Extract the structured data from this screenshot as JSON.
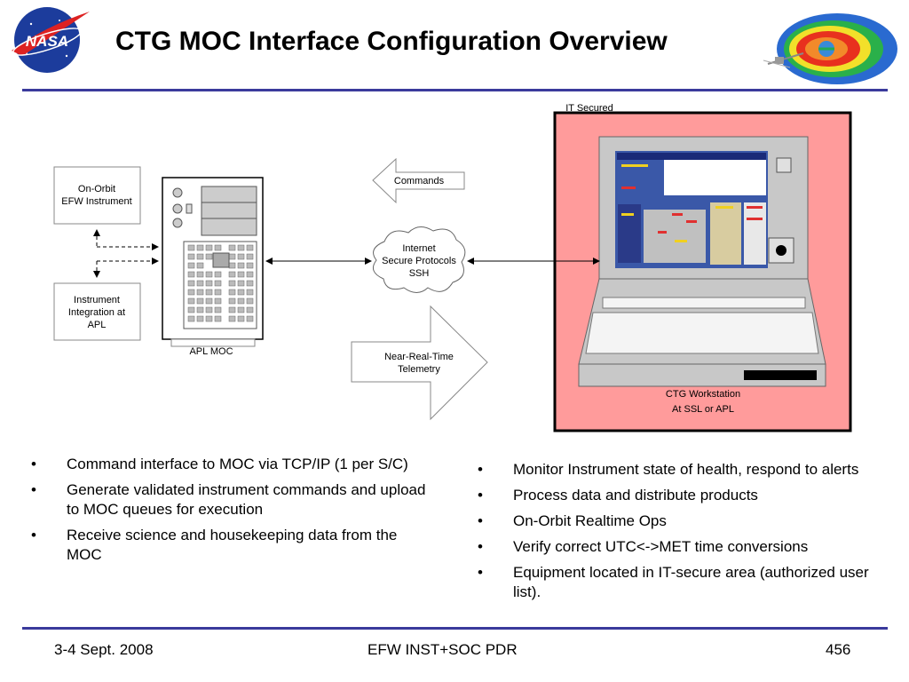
{
  "slide": {
    "title": "CTG MOC Interface Configuration Overview"
  },
  "logos": {
    "left": {
      "text": "NASA",
      "icon": "nasa-meatball-logo"
    },
    "right": {
      "icon": "radiation-belt-graphic"
    }
  },
  "diagram": {
    "it_secured_label": "IT Secured",
    "onorbit_box": {
      "line1": "On-Orbit",
      "line2": "EFW Instrument"
    },
    "integration_box": {
      "line1": "Instrument",
      "line2": "Integration at",
      "line3": "APL"
    },
    "apl_moc_label": "APL MOC",
    "commands_label": "Commands",
    "internet_cloud": {
      "line1": "Internet",
      "line2": "Secure Protocols",
      "line3": "SSH"
    },
    "telemetry_label": {
      "line1": "Near-Real-Time",
      "line2": "Telemetry"
    },
    "workstation_label": {
      "line1": "CTG Workstation",
      "line2": "At SSL or APL"
    },
    "colors": {
      "secured_area": "#ff9b9b",
      "accent_rule": "#3a3a9c",
      "laptop_gray": "#c8c8c8"
    }
  },
  "left_bullets": [
    "Command interface to MOC via TCP/IP (1 per S/C)",
    "Generate validated instrument commands and upload to MOC queues for execution",
    "Receive science and housekeeping data from the MOC"
  ],
  "right_bullets": [
    "Monitor Instrument state of health, respond to alerts",
    "Process data and distribute products",
    "On-Orbit Realtime Ops",
    "Verify correct UTC<->MET time conversions",
    "Equipment located in IT-secure area (authorized user list)."
  ],
  "footer": {
    "date": "3-4 Sept. 2008",
    "event": "EFW INST+SOC PDR",
    "page": "456"
  }
}
